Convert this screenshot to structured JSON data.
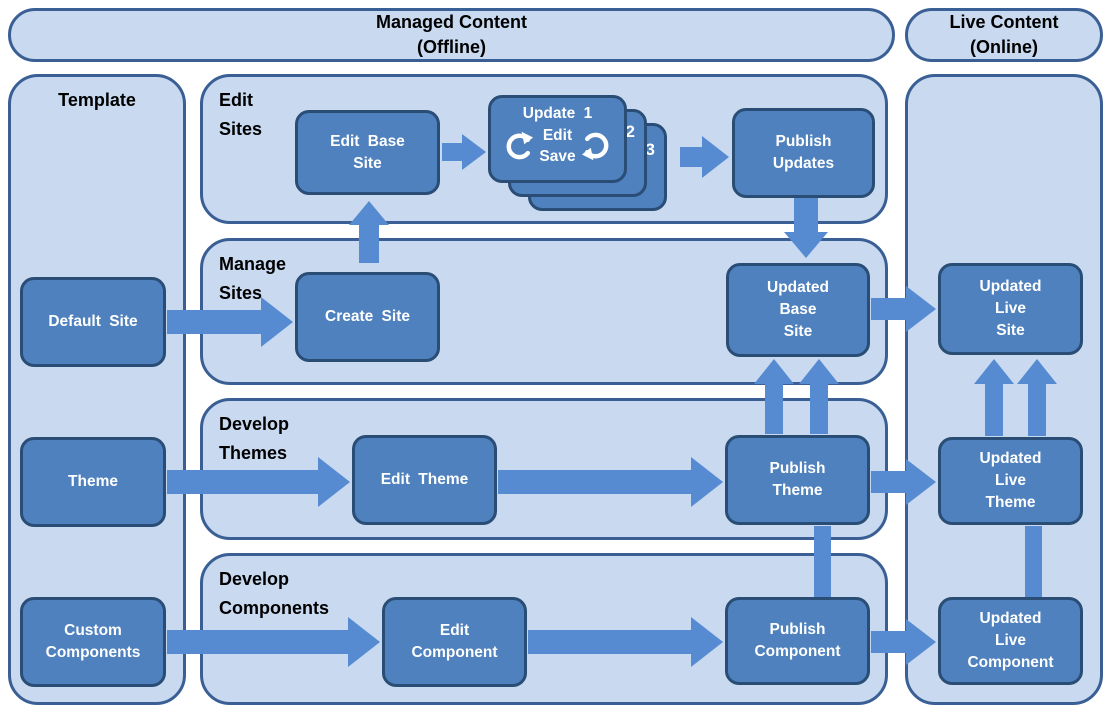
{
  "palette": {
    "container_fill": "#c8d9f0",
    "container_border": "#3a5f94",
    "node_fill": "#4e81bd",
    "node_border": "#2a4d75",
    "arrow_fill": "#568bd2",
    "node_text": "#ffffff",
    "label_text": "#000000"
  },
  "headers": {
    "managed": [
      "Managed Content",
      "(Offline)"
    ],
    "live": [
      "Live Content",
      "(Online)"
    ]
  },
  "groups": {
    "template": [
      "Template"
    ],
    "edit_sites": [
      "Edit",
      "Sites"
    ],
    "manage_sites": [
      "Manage",
      "Sites"
    ],
    "develop_themes": [
      "Develop",
      "Themes"
    ],
    "develop_components": [
      "Develop",
      "Components"
    ]
  },
  "nodes": {
    "edit_base_site": [
      "Edit Base",
      "Site"
    ],
    "update_card": [
      "Update 1",
      "Edit",
      "Save"
    ],
    "update_card_2": "2",
    "update_card_3": "3",
    "publish_updates": [
      "Publish",
      "Updates"
    ],
    "default_site": [
      "Default Site"
    ],
    "create_site": [
      "Create Site"
    ],
    "updated_base_site": [
      "Updated",
      "Base",
      "Site"
    ],
    "updated_live_site": [
      "Updated",
      "Live",
      "Site"
    ],
    "theme": [
      "Theme"
    ],
    "edit_theme": [
      "Edit Theme"
    ],
    "publish_theme": [
      "Publish",
      "Theme"
    ],
    "updated_live_theme": [
      "Updated",
      "Live",
      "Theme"
    ],
    "custom_components": [
      "Custom",
      "Components"
    ],
    "edit_component": [
      "Edit",
      "Component"
    ],
    "publish_component": [
      "Publish",
      "Component"
    ],
    "updated_live_component": [
      "Updated",
      "Live",
      "Component"
    ]
  }
}
